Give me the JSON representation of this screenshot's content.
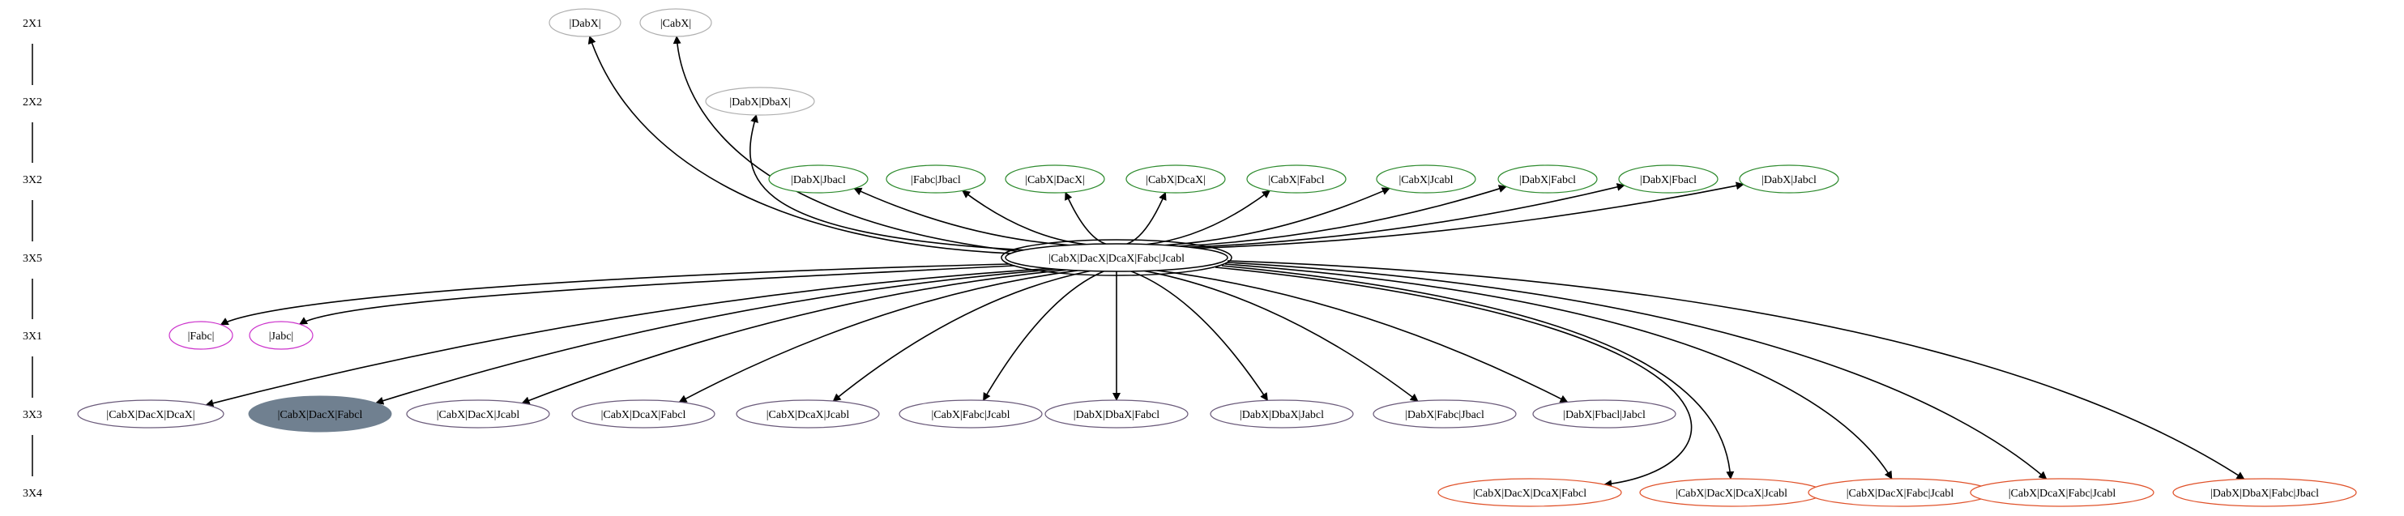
{
  "rank_labels": [
    "2X1",
    "2X2",
    "3X2",
    "3X5",
    "3X1",
    "3X3",
    "3X4"
  ],
  "colors": {
    "edge": "#000000",
    "rank_2X1": "#b0b0b0",
    "rank_2X2": "#b0b0b0",
    "rank_3X2": "#2e8b2e",
    "rank_3X1": "#cc33cc",
    "rank_3X3": "#6a5a7a",
    "rank_3X4": "#e0522a",
    "selected_fill": "#708090"
  },
  "nodes": [
    {
      "id": "center",
      "label": "|CabX|DacX|DcaX|Fabc|Jcabl",
      "rank": "3X5",
      "style": "double"
    },
    {
      "id": "n2x1a",
      "label": "|DabX|",
      "rank": "2X1"
    },
    {
      "id": "n2x1b",
      "label": "|CabX|",
      "rank": "2X1"
    },
    {
      "id": "n2x2a",
      "label": "|DabX|DbaX|",
      "rank": "2X2"
    },
    {
      "id": "n3x2a",
      "label": "|DabX|Jbacl",
      "rank": "3X2"
    },
    {
      "id": "n3x2b",
      "label": "|Fabc|Jbacl",
      "rank": "3X2"
    },
    {
      "id": "n3x2c",
      "label": "|CabX|DacX|",
      "rank": "3X2"
    },
    {
      "id": "n3x2d",
      "label": "|CabX|DcaX|",
      "rank": "3X2"
    },
    {
      "id": "n3x2e",
      "label": "|CabX|Fabcl",
      "rank": "3X2"
    },
    {
      "id": "n3x2f",
      "label": "|CabX|Jcabl",
      "rank": "3X2"
    },
    {
      "id": "n3x2g",
      "label": "|DabX|Fabcl",
      "rank": "3X2"
    },
    {
      "id": "n3x2h",
      "label": "|DabX|Fbacl",
      "rank": "3X2"
    },
    {
      "id": "n3x2i",
      "label": "|DabX|Jabcl",
      "rank": "3X2"
    },
    {
      "id": "n3x1a",
      "label": "|Fabc|",
      "rank": "3X1"
    },
    {
      "id": "n3x1b",
      "label": "|Jabc|",
      "rank": "3X1"
    },
    {
      "id": "n3x3a",
      "label": "|CabX|DacX|DcaX|",
      "rank": "3X3"
    },
    {
      "id": "n3x3b",
      "label": "|CabX|DacX|Fabcl",
      "rank": "3X3",
      "style": "selected"
    },
    {
      "id": "n3x3c",
      "label": "|CabX|DacX|Jcabl",
      "rank": "3X3"
    },
    {
      "id": "n3x3d",
      "label": "|CabX|DcaX|Fabcl",
      "rank": "3X3"
    },
    {
      "id": "n3x3e",
      "label": "|CabX|DcaX|Jcabl",
      "rank": "3X3"
    },
    {
      "id": "n3x3f",
      "label": "|CabX|Fabc|Jcabl",
      "rank": "3X3"
    },
    {
      "id": "n3x3g",
      "label": "|DabX|DbaX|Fabcl",
      "rank": "3X3"
    },
    {
      "id": "n3x3h",
      "label": "|DabX|DbaX|Jabcl",
      "rank": "3X3"
    },
    {
      "id": "n3x3i",
      "label": "|DabX|Fabc|Jbacl",
      "rank": "3X3"
    },
    {
      "id": "n3x3j",
      "label": "|DabX|Fbacl|Jabcl",
      "rank": "3X3"
    },
    {
      "id": "n3x4a",
      "label": "|CabX|DacX|DcaX|Fabcl",
      "rank": "3X4"
    },
    {
      "id": "n3x4b",
      "label": "|CabX|DacX|DcaX|Jcabl",
      "rank": "3X4"
    },
    {
      "id": "n3x4c",
      "label": "|CabX|DacX|Fabc|Jcabl",
      "rank": "3X4"
    },
    {
      "id": "n3x4d",
      "label": "|CabX|DcaX|Fabc|Jcabl",
      "rank": "3X4"
    },
    {
      "id": "n3x4e",
      "label": "|DabX|DbaX|Fabc|Jbacl",
      "rank": "3X4"
    }
  ],
  "edges": [
    {
      "from": "center",
      "to": "n2x1a"
    },
    {
      "from": "center",
      "to": "n2x1b"
    },
    {
      "from": "center",
      "to": "n2x2a"
    },
    {
      "from": "center",
      "to": "n3x2a"
    },
    {
      "from": "center",
      "to": "n3x2b"
    },
    {
      "from": "center",
      "to": "n3x2c"
    },
    {
      "from": "center",
      "to": "n3x2d"
    },
    {
      "from": "center",
      "to": "n3x2e"
    },
    {
      "from": "center",
      "to": "n3x2f"
    },
    {
      "from": "center",
      "to": "n3x2g"
    },
    {
      "from": "center",
      "to": "n3x2h"
    },
    {
      "from": "center",
      "to": "n3x2i"
    },
    {
      "from": "center",
      "to": "n3x1a"
    },
    {
      "from": "center",
      "to": "n3x1b"
    },
    {
      "from": "center",
      "to": "n3x3a"
    },
    {
      "from": "center",
      "to": "n3x3b"
    },
    {
      "from": "center",
      "to": "n3x3c"
    },
    {
      "from": "center",
      "to": "n3x3d"
    },
    {
      "from": "center",
      "to": "n3x3e"
    },
    {
      "from": "center",
      "to": "n3x3f"
    },
    {
      "from": "center",
      "to": "n3x3g"
    },
    {
      "from": "center",
      "to": "n3x3h"
    },
    {
      "from": "center",
      "to": "n3x3i"
    },
    {
      "from": "center",
      "to": "n3x3j"
    },
    {
      "from": "center",
      "to": "n3x4a"
    },
    {
      "from": "center",
      "to": "n3x4b"
    },
    {
      "from": "center",
      "to": "n3x4c"
    },
    {
      "from": "center",
      "to": "n3x4d"
    },
    {
      "from": "center",
      "to": "n3x4e"
    }
  ]
}
